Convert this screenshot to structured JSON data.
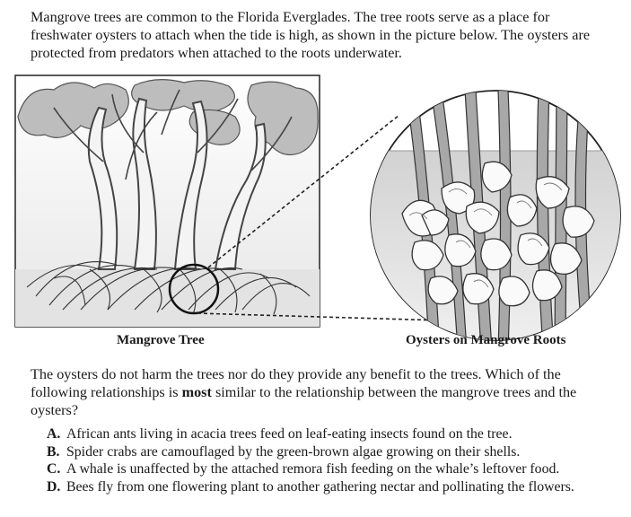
{
  "intro_text": "Mangrove trees are common to the Florida Everglades. The tree roots serve as a place for freshwater oysters to attach when the tide is high, as shown in the picture below. The oysters are protected from predators when attached to the roots underwater.",
  "figure": {
    "left_caption": "Mangrove Tree",
    "right_caption": "Oysters on Mangrove Roots"
  },
  "question": {
    "part1": "The oysters do not harm the trees nor do they provide any benefit to the trees. Which of the following relationships is ",
    "emphasis": "most",
    "part2": " similar to the relationship between the mangrove trees and the oysters?"
  },
  "choices": [
    {
      "letter": "A.",
      "text": "African ants living in acacia trees feed on leaf-eating insects found on the tree."
    },
    {
      "letter": "B.",
      "text": "Spider crabs are camouflaged by the green-brown algae growing on their shells."
    },
    {
      "letter": "C.",
      "text": "A whale is unaffected by the attached remora fish feeding on the whale’s leftover food."
    },
    {
      "letter": "D.",
      "text": "Bees fly from one flowering plant to another gathering nectar and pollinating the flowers."
    }
  ]
}
